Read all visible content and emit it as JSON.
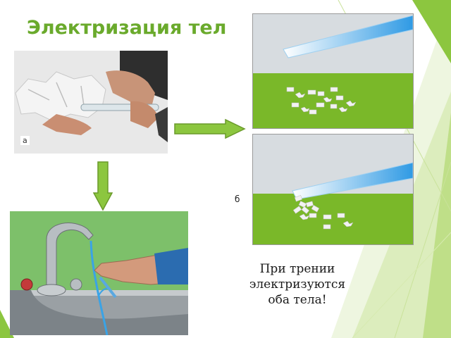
{
  "slide": {
    "title": "Электризация тел",
    "photo_a_label": "а",
    "diagram_b_label": "б",
    "caption_lines": [
      "При трении",
      "электризуются",
      "оба тела!"
    ]
  },
  "colors": {
    "title": "#6aaa2c",
    "field_green": "#7ab829",
    "sky_gray": "#d7dce0",
    "arrow_green": "#8cc63f",
    "rod_blue": "#3aa3e6",
    "deco_green": "#a9d15a"
  },
  "icons": [
    "right-arrow-icon",
    "down-arrow-icon"
  ]
}
